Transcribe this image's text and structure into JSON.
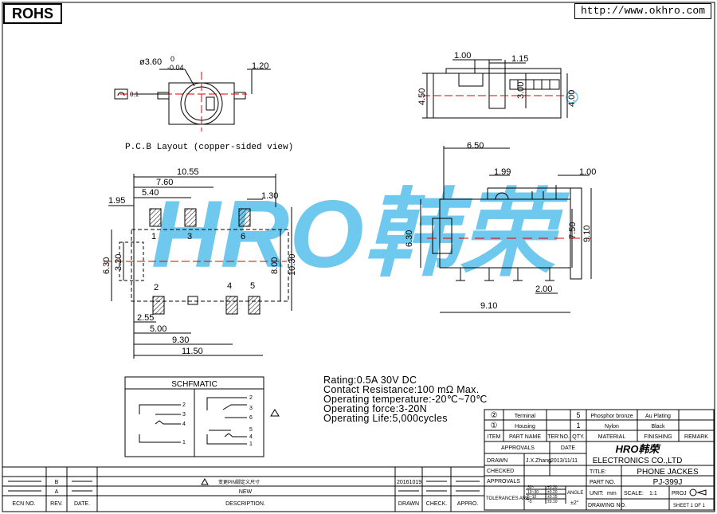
{
  "header": {
    "rohs": "ROHS",
    "url": "http://www.okhro.com"
  },
  "pcb_caption": "P.C.B Layout (copper-sided view)",
  "dims": {
    "d360": "ø3.60",
    "d360_tol_top": "0",
    "d360_tol_bot": "-0.04",
    "d120": "1.20",
    "d01": "0.1",
    "d100a": "1.00",
    "d115": "1.15",
    "d450": "4.50",
    "d300": "3.00",
    "d400": "4.00",
    "d1055": "10.55",
    "d760": "7.60",
    "d540": "5.40",
    "d195": "1.95",
    "d130": "1.30",
    "d630a": "6.30",
    "d320": "3.20",
    "d800": "8.00",
    "d1030": "10.30",
    "d255": "2.55",
    "d500": "5.00",
    "d930": "9.30",
    "d1150": "11.50",
    "d650": "6.50",
    "d199": "1.99",
    "d100b": "1.00",
    "d630b": "6.30",
    "d750": "7.50",
    "d910a": "9.10",
    "d200": "2.00",
    "d910b": "9.10"
  },
  "pins": [
    "1",
    "3",
    "6",
    "2",
    "4",
    "5"
  ],
  "watermark": "HRO韩荣",
  "schematic": {
    "title": "SCHFMATIC",
    "pins_left": [
      "2",
      "3",
      "4",
      "1"
    ],
    "pins_right": [
      "2",
      "3",
      "6",
      "5",
      "4",
      "1"
    ]
  },
  "specs": [
    "Rating:0.5A 30V DC",
    "Contact Resistance:100 mΩ Max.",
    "Operating temperature:-20℃~70℃",
    "Operating force:3-20N",
    "Operating Life:5,000cycles"
  ],
  "bom": {
    "rows": [
      {
        "item": "②",
        "name": "Terminal",
        "qty": "5",
        "material": "Phosphor bronze",
        "finishing": "Au Plating",
        "remark": ""
      },
      {
        "item": "①",
        "name": "Housing",
        "qty": "1",
        "material": "Nylon",
        "finishing": "Black",
        "remark": ""
      }
    ],
    "headers": [
      "ITEM",
      "PART NAME",
      "TER'NO.",
      "QTY.",
      "MATERIAL",
      "FINISHING",
      "REMARK"
    ]
  },
  "title_block": {
    "approvals": "APPROVALS",
    "date": "DATE",
    "drawn_label": "DRAWN",
    "drawn_by": "J.X.Zhang",
    "drawn_date": "2013/11/11",
    "checked_label": "CHECKED",
    "approvals_label": "APPROVALS",
    "tolerances_label": "TOLERANCES ARE",
    "tol_rows": [
      {
        "range": "30~",
        "tol": "±0.30"
      },
      {
        "range": "10~30",
        "tol": "±0.20"
      },
      {
        "range": "5~10",
        "tol": "±0.15"
      },
      {
        "range": "~5",
        "tol": "±0.10"
      }
    ],
    "angle_label": "ANGLE",
    "angle_tol": "±2°",
    "logo": "HRO韩荣",
    "company": "ELECTRONICS CO.,LTD",
    "title_label": "TITLE:",
    "title": "PHONE JACKES",
    "part_no_label": "PART NO.",
    "part_no": "PJ-399J",
    "unit_label": "UNIT:",
    "unit": "mm",
    "scale_label": "SCALE:",
    "scale": "1:1",
    "proj_label": "PROJ",
    "drawing_no_label": "DRAWING NO.",
    "sheet": "SHEET  1 OF 1"
  },
  "revisions": {
    "rows": [
      {
        "rev": "B",
        "desc": "变更PIN脚定义尺寸",
        "date": "20161019"
      },
      {
        "rev": "A",
        "desc": "NEW",
        "date": ""
      }
    ],
    "headers": [
      "ECN NO.",
      "REV.",
      "DATE.",
      "DESCRIPTION.",
      "DRAWN",
      "CHECK.",
      "APPRO."
    ]
  }
}
